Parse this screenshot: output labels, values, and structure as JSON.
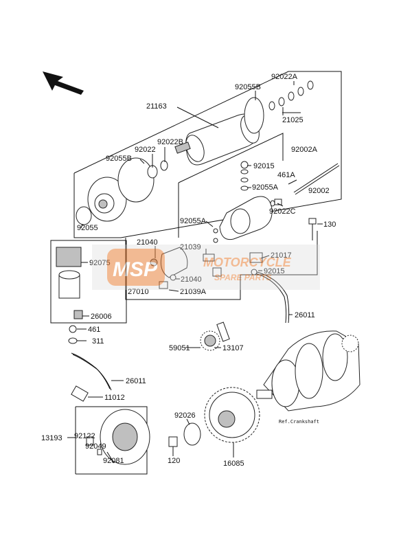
{
  "part_labels": {
    "p92022A_top": "92022A",
    "p92055B_top": "92055B",
    "p21163": "21163",
    "p21025": "21025",
    "p92022B": "92022B",
    "p92002A": "92002A",
    "p92022": "92022",
    "p92055B_left": "92055B",
    "p92015_top": "92015",
    "p461A": "461A",
    "p92055A_mid": "92055A",
    "p92002": "92002",
    "p92055": "92055",
    "p92022C": "92022C",
    "p92055A_left": "92055A",
    "p130": "130",
    "p21040_top": "21040",
    "p21039_top": "21039",
    "p21017": "21017",
    "p92075": "92075",
    "p92015_mid": "92015",
    "p21040_mid": "21040",
    "p21039A": "21039A",
    "p27010": "27010",
    "p26006": "26006",
    "p26011_right": "26011",
    "p461": "461",
    "p311": "311",
    "p59051": "59051",
    "p13107": "13107",
    "p26011_left": "26011",
    "p11012": "11012",
    "p92026": "92026",
    "p13193": "13193",
    "p92122": "92122",
    "p92049": "92049",
    "p92081": "92081",
    "p120": "120",
    "p16085": "16085",
    "ref_crankshaft": "Ref.Crankshaft"
  },
  "watermark": {
    "logo_text": "MSP",
    "brand_line1": "MOTORCYCLE",
    "brand_line2": "SPARE PARTS",
    "color": "#e8823c"
  }
}
